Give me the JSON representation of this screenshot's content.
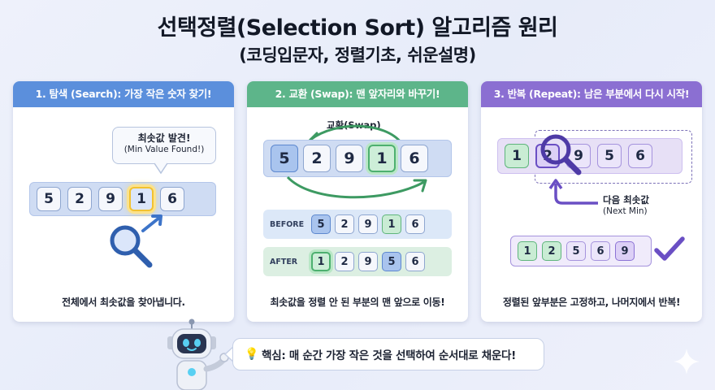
{
  "header": {
    "title": "선택정렬(Selection Sort) 알고리즘 원리",
    "subtitle": "(코딩입문자, 정렬기초, 쉬운설명)"
  },
  "panels": [
    {
      "heading": "1. 탐색 (Search): 가장 작은 숫자 찾기!",
      "callout_ko": "최솟값 발견!",
      "callout_en": "(Min Value Found!)",
      "array": [
        "5",
        "2",
        "9",
        "1",
        "6"
      ],
      "caption": "전체에서 최솟값을 찾아냅니다."
    },
    {
      "heading": "2. 교환 (Swap): 맨 앞자리와 바꾸기!",
      "swap_label": "교환(Swap)",
      "array": [
        "5",
        "2",
        "9",
        "1",
        "6"
      ],
      "before_label": "BEFORE",
      "before_array": [
        "5",
        "2",
        "9",
        "1",
        "6"
      ],
      "after_label": "AFTER",
      "after_array": [
        "1",
        "2",
        "9",
        "5",
        "6"
      ],
      "caption": "최솟값을 정렬 안 된 부분의 맨 앞으로 이동!"
    },
    {
      "heading": "3. 반복 (Repeat): 남은 부분에서 다시 시작!",
      "array": [
        "1",
        "2",
        "9",
        "5",
        "6"
      ],
      "next_ko": "다음 최솟값",
      "next_en": "(Next Min)",
      "sorted_array": [
        "1",
        "2",
        "5",
        "6",
        "9"
      ],
      "caption": "정렬된 앞부분은 고정하고, 나머지에서 반복!"
    }
  ],
  "footer": {
    "bulb_icon": "💡",
    "text": "핵심: 매 순간 가장 작은 것을 선택하여 순서대로 채운다!"
  },
  "colors": {
    "search": "#5b8fdc",
    "swap": "#5db58a",
    "repeat": "#8b6fd2"
  }
}
